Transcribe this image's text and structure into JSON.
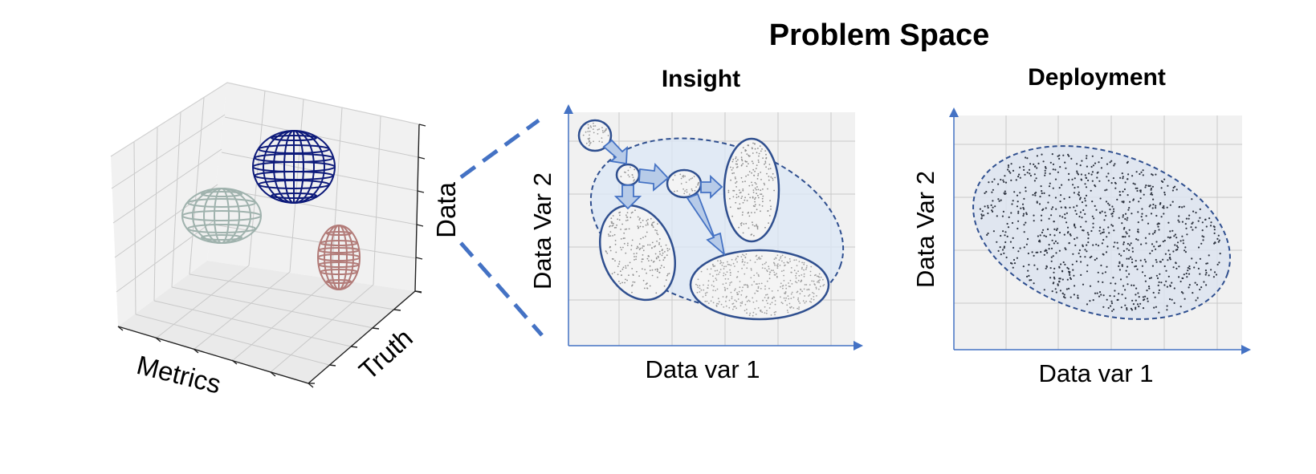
{
  "title": "Problem Space",
  "panel_3d": {
    "axis_labels": {
      "x": "Metrics",
      "y": "Truth",
      "z": "Data"
    },
    "blobs": [
      {
        "name": "navy-wireframe-ellipsoid",
        "color": "#0d1a7a"
      },
      {
        "name": "gray-green-wireframe-ellipsoid",
        "color": "#9fb2ad"
      },
      {
        "name": "rose-wireframe-ellipsoid",
        "color": "#b27b78"
      }
    ]
  },
  "insight": {
    "title": "Insight",
    "xlabel": "Data var 1",
    "ylabel": "Data Var 2"
  },
  "deployment": {
    "title": "Deployment",
    "xlabel": "Data var 1",
    "ylabel": "Data Var 2"
  },
  "colors": {
    "accent_blue": "#4472c4",
    "outline_navy": "#2f4f8f",
    "fill_lightblue": "#dbe7f5"
  }
}
